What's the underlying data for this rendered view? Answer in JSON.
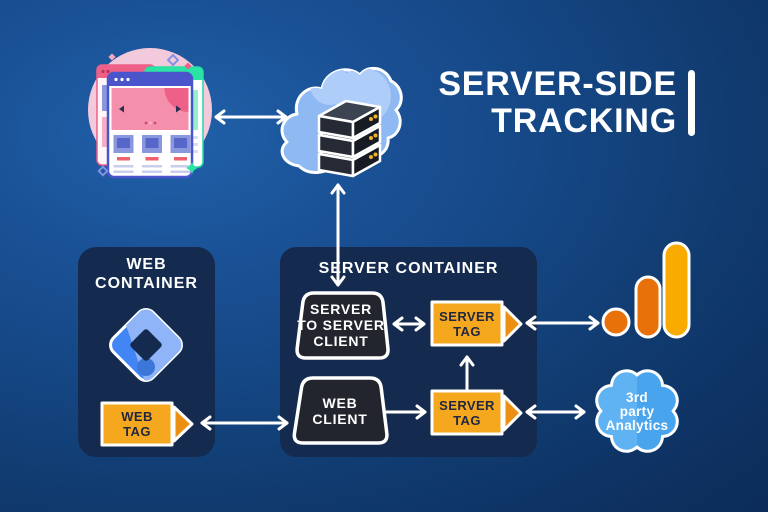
{
  "title": {
    "lines": [
      "SERVER-SIDE",
      "TRACKING"
    ]
  },
  "web_container": {
    "title_lines": [
      "WEB",
      "CONTAINER"
    ],
    "web_tag_lines": [
      "WEB",
      "TAG"
    ]
  },
  "server_container": {
    "title": "SERVER CONTAINER",
    "server_to_server_client_lines": [
      "SERVER",
      "TO SERVER",
      "CLIENT"
    ],
    "web_client_lines": [
      "WEB",
      "CLIENT"
    ],
    "server_tag_top_lines": [
      "SERVER",
      "TAG"
    ],
    "server_tag_bottom_lines": [
      "SERVER",
      "TAG"
    ]
  },
  "third_party_analytics": {
    "lines": [
      "3rd",
      "party",
      "Analytics"
    ]
  },
  "icons": {
    "website": "website-illustration",
    "cloud_server": "cloud-server-stack-icon",
    "gtm": "google-tag-manager-icon",
    "google_analytics": "google-analytics-icon",
    "third_party_blob": "third-party-analytics-blob"
  },
  "colors": {
    "background_light": "#2061AA",
    "background_dark": "#0A2750",
    "container_navy": "#142B4F",
    "client_dark": "#22252E",
    "tag_amber": "#F5A71E",
    "tag_point_orange": "#ED8F12",
    "tag_text_navy": "#202840",
    "ga_orange": "#E8710A",
    "ga_amber": "#F9AB00",
    "gtm_blue": "#4285F4",
    "gtm_light_blue": "#8FB5F8",
    "cloud_blue": "#8FB9F2",
    "blob_blue_left": "#5FB3F3",
    "blob_blue_right": "#49A4EE",
    "arrow_white": "#FFFFFF"
  }
}
